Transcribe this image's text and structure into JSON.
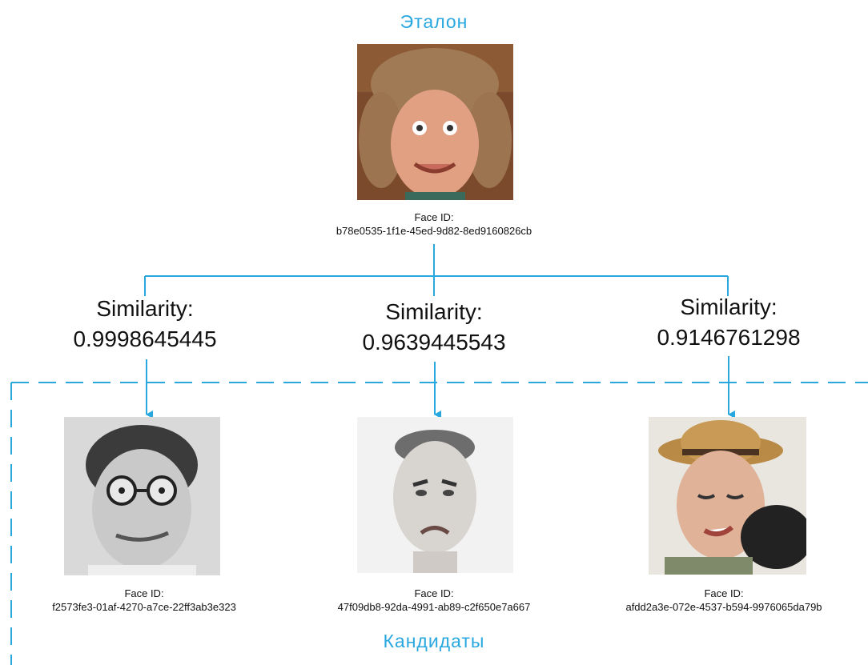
{
  "reference": {
    "title": "Эталон",
    "face_id_label": "Face ID:",
    "face_id": "b78e0535-1f1e-45ed-9d82-8ed9160826cb"
  },
  "candidates_title": "Кандидаты",
  "candidates": [
    {
      "similarity_label": "Similarity:",
      "similarity": "0.9998645445",
      "face_id_label": "Face ID:",
      "face_id": "f2573fe3-01af-4270-a7ce-22ff3ab3e323"
    },
    {
      "similarity_label": "Similarity:",
      "similarity": "0.9639445543",
      "face_id_label": "Face ID:",
      "face_id": "47f09db8-92da-4991-ab89-c2f650e7a667"
    },
    {
      "similarity_label": "Similarity:",
      "similarity": "0.9146761298",
      "face_id_label": "Face ID:",
      "face_id": "afdd2a3e-072e-4537-b594-9976065da79b"
    }
  ],
  "colors": {
    "accent": "#29a8e0",
    "connector": "#29a8e0"
  }
}
